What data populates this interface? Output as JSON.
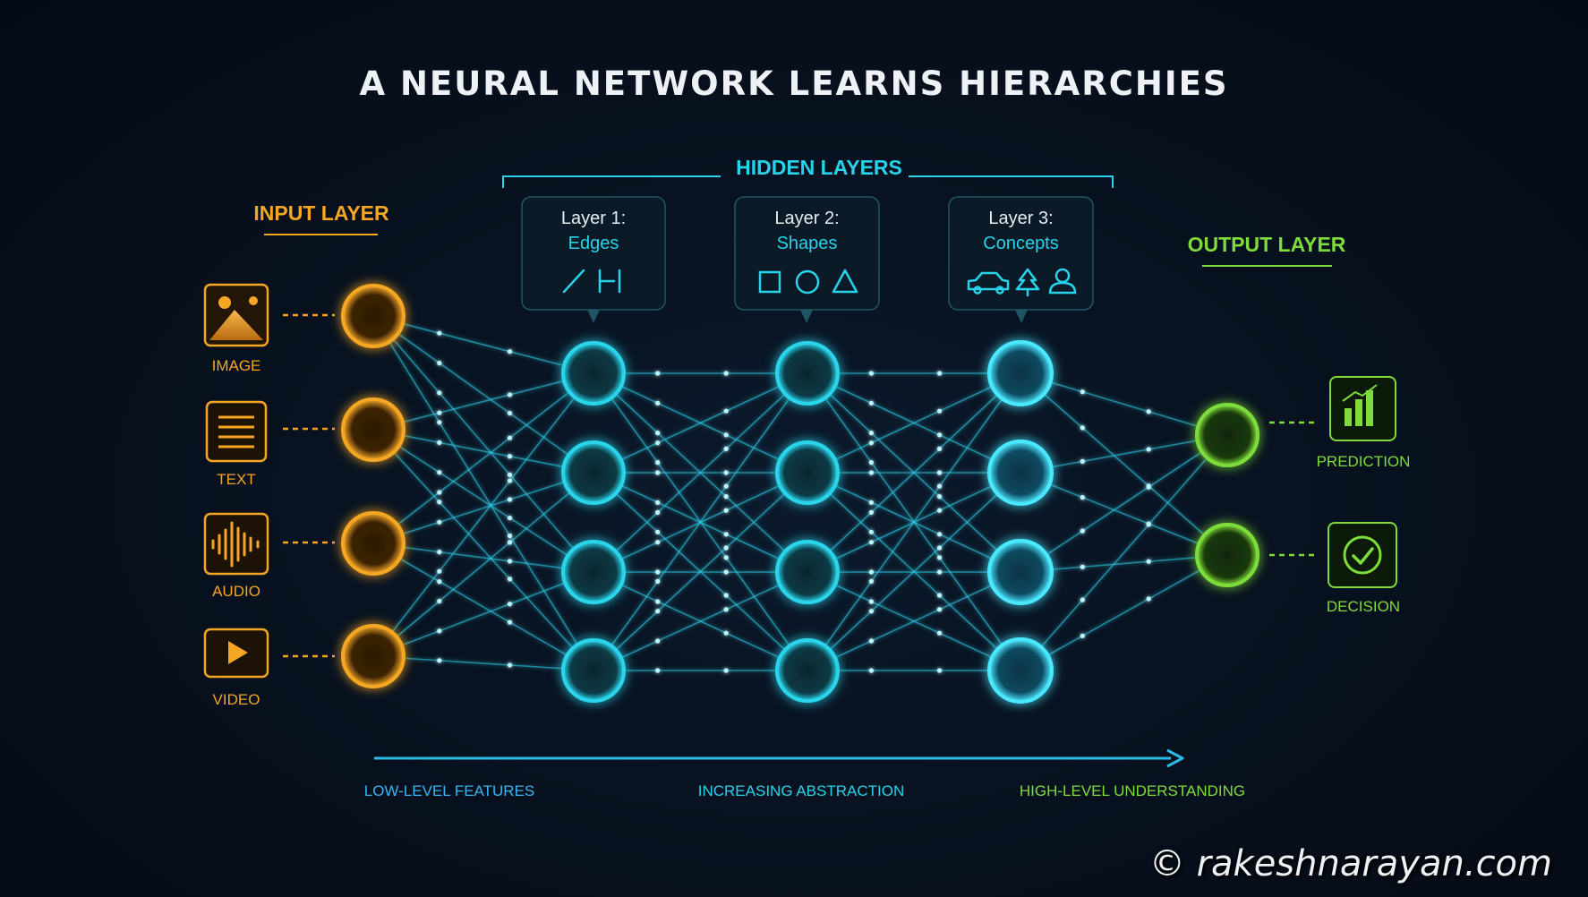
{
  "title": "A NEURAL NETWORK LEARNS HIERARCHIES",
  "colors": {
    "input": "#f5a623",
    "hidden": "#2ad4ea",
    "output": "#7ddc3a",
    "background": "#060d18"
  },
  "input_layer": {
    "label": "INPUT LAYER",
    "items": [
      {
        "label": "IMAGE",
        "icon": "image-icon"
      },
      {
        "label": "TEXT",
        "icon": "text-lines-icon"
      },
      {
        "label": "AUDIO",
        "icon": "audio-waveform-icon"
      },
      {
        "label": "VIDEO",
        "icon": "play-icon"
      }
    ]
  },
  "hidden_layers": {
    "label": "HIDDEN LAYERS",
    "layers": [
      {
        "name": "Layer 1:",
        "feature": "Edges",
        "icons": [
          "line-segment-icon",
          "bracket-edge-icon"
        ]
      },
      {
        "name": "Layer 2:",
        "feature": "Shapes",
        "icons": [
          "square-icon",
          "circle-icon",
          "triangle-icon"
        ]
      },
      {
        "name": "Layer 3:",
        "feature": "Concepts",
        "icons": [
          "car-icon",
          "tree-icon",
          "person-icon"
        ]
      }
    ]
  },
  "output_layer": {
    "label": "OUTPUT LAYER",
    "items": [
      {
        "label": "PREDICTION",
        "icon": "bar-chart-icon"
      },
      {
        "label": "DECISION",
        "icon": "checkmark-icon"
      }
    ]
  },
  "abstraction_axis": {
    "labels": [
      "LOW-LEVEL FEATURES",
      "INCREASING ABSTRACTION",
      "HIGH-LEVEL UNDERSTANDING"
    ]
  },
  "watermark": "© rakeshnarayan.com"
}
